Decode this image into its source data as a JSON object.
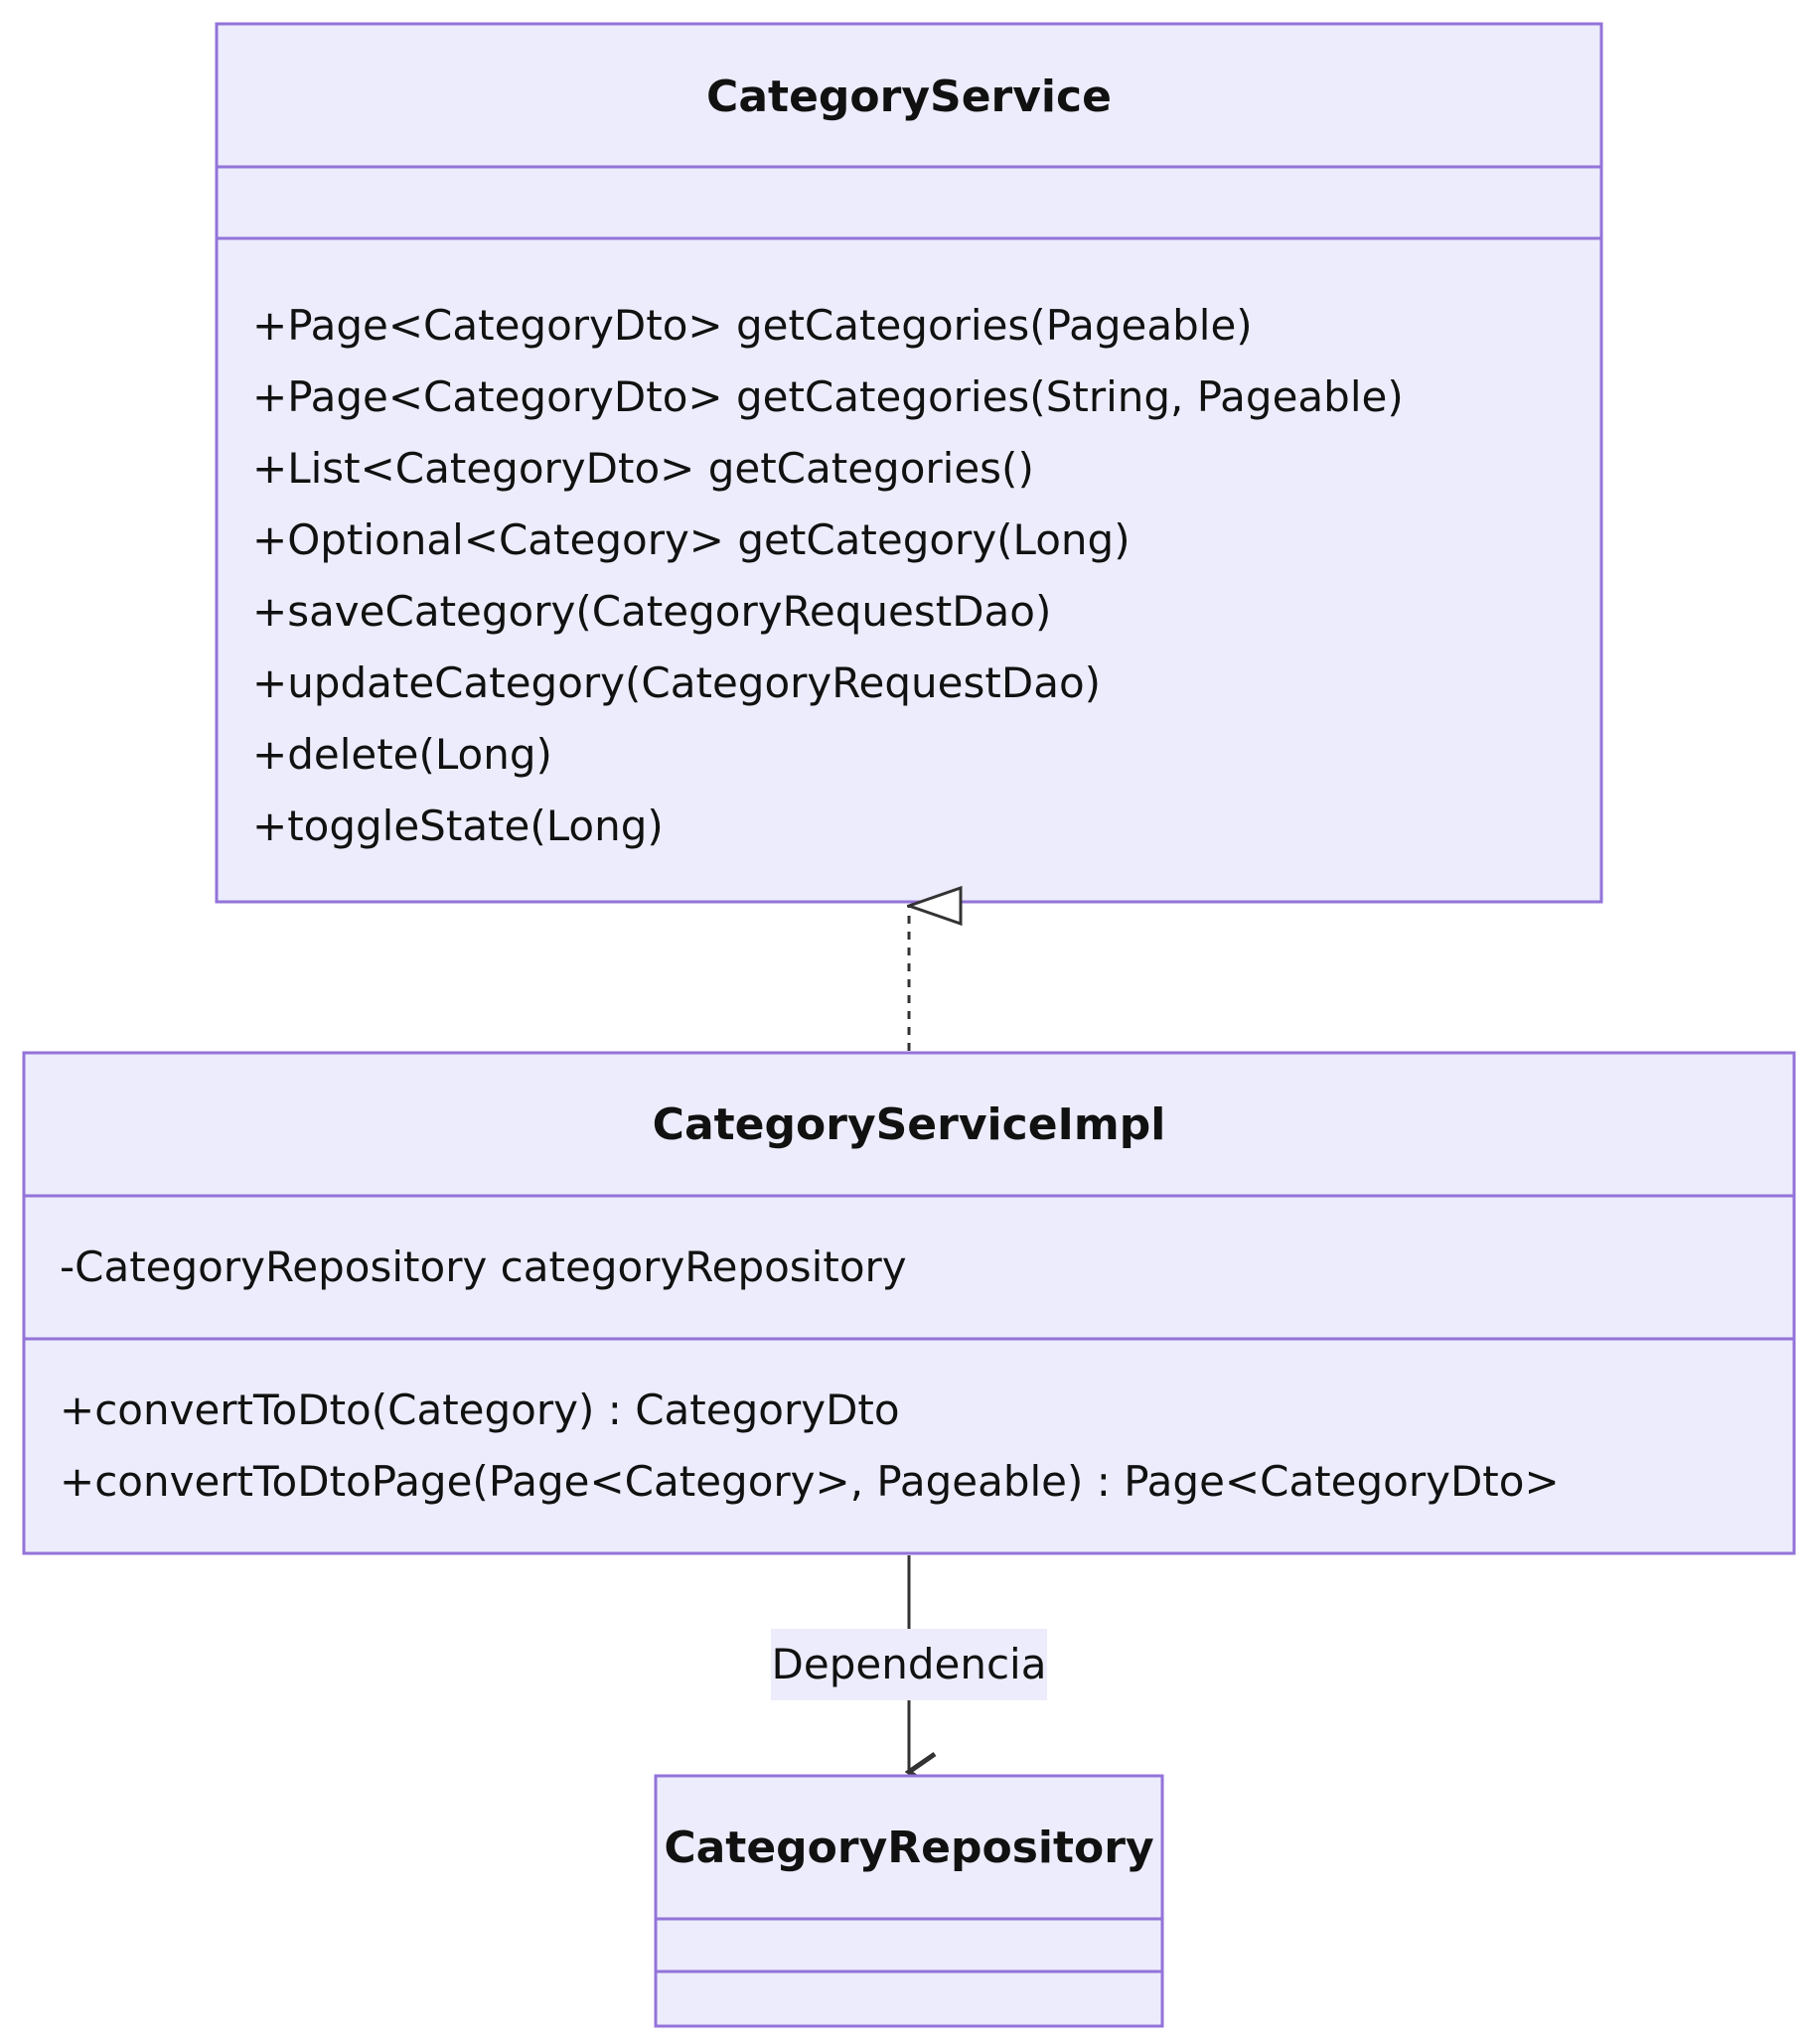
{
  "classes": {
    "service": {
      "name": "CategoryService",
      "attributes": [],
      "methods": [
        "+Page<CategoryDto> getCategories(Pageable)",
        "+Page<CategoryDto> getCategories(String, Pageable)",
        "+List<CategoryDto> getCategories()",
        "+Optional<Category> getCategory(Long)",
        "+saveCategory(CategoryRequestDao)",
        "+updateCategory(CategoryRequestDao)",
        "+delete(Long)",
        "+toggleState(Long)"
      ]
    },
    "impl": {
      "name": "CategoryServiceImpl",
      "attributes": [
        "-CategoryRepository categoryRepository"
      ],
      "methods": [
        "+convertToDto(Category) : CategoryDto",
        "+convertToDtoPage(Page<Category>, Pageable) : Page<CategoryDto>"
      ]
    },
    "repository": {
      "name": "CategoryRepository",
      "attributes": [],
      "methods": []
    }
  },
  "relations": {
    "dependency": {
      "label": "Dependencia"
    }
  },
  "colors": {
    "box_fill": "#ececfc",
    "box_stroke": "#9373d9",
    "edge": "#333333",
    "text": "#111111"
  }
}
